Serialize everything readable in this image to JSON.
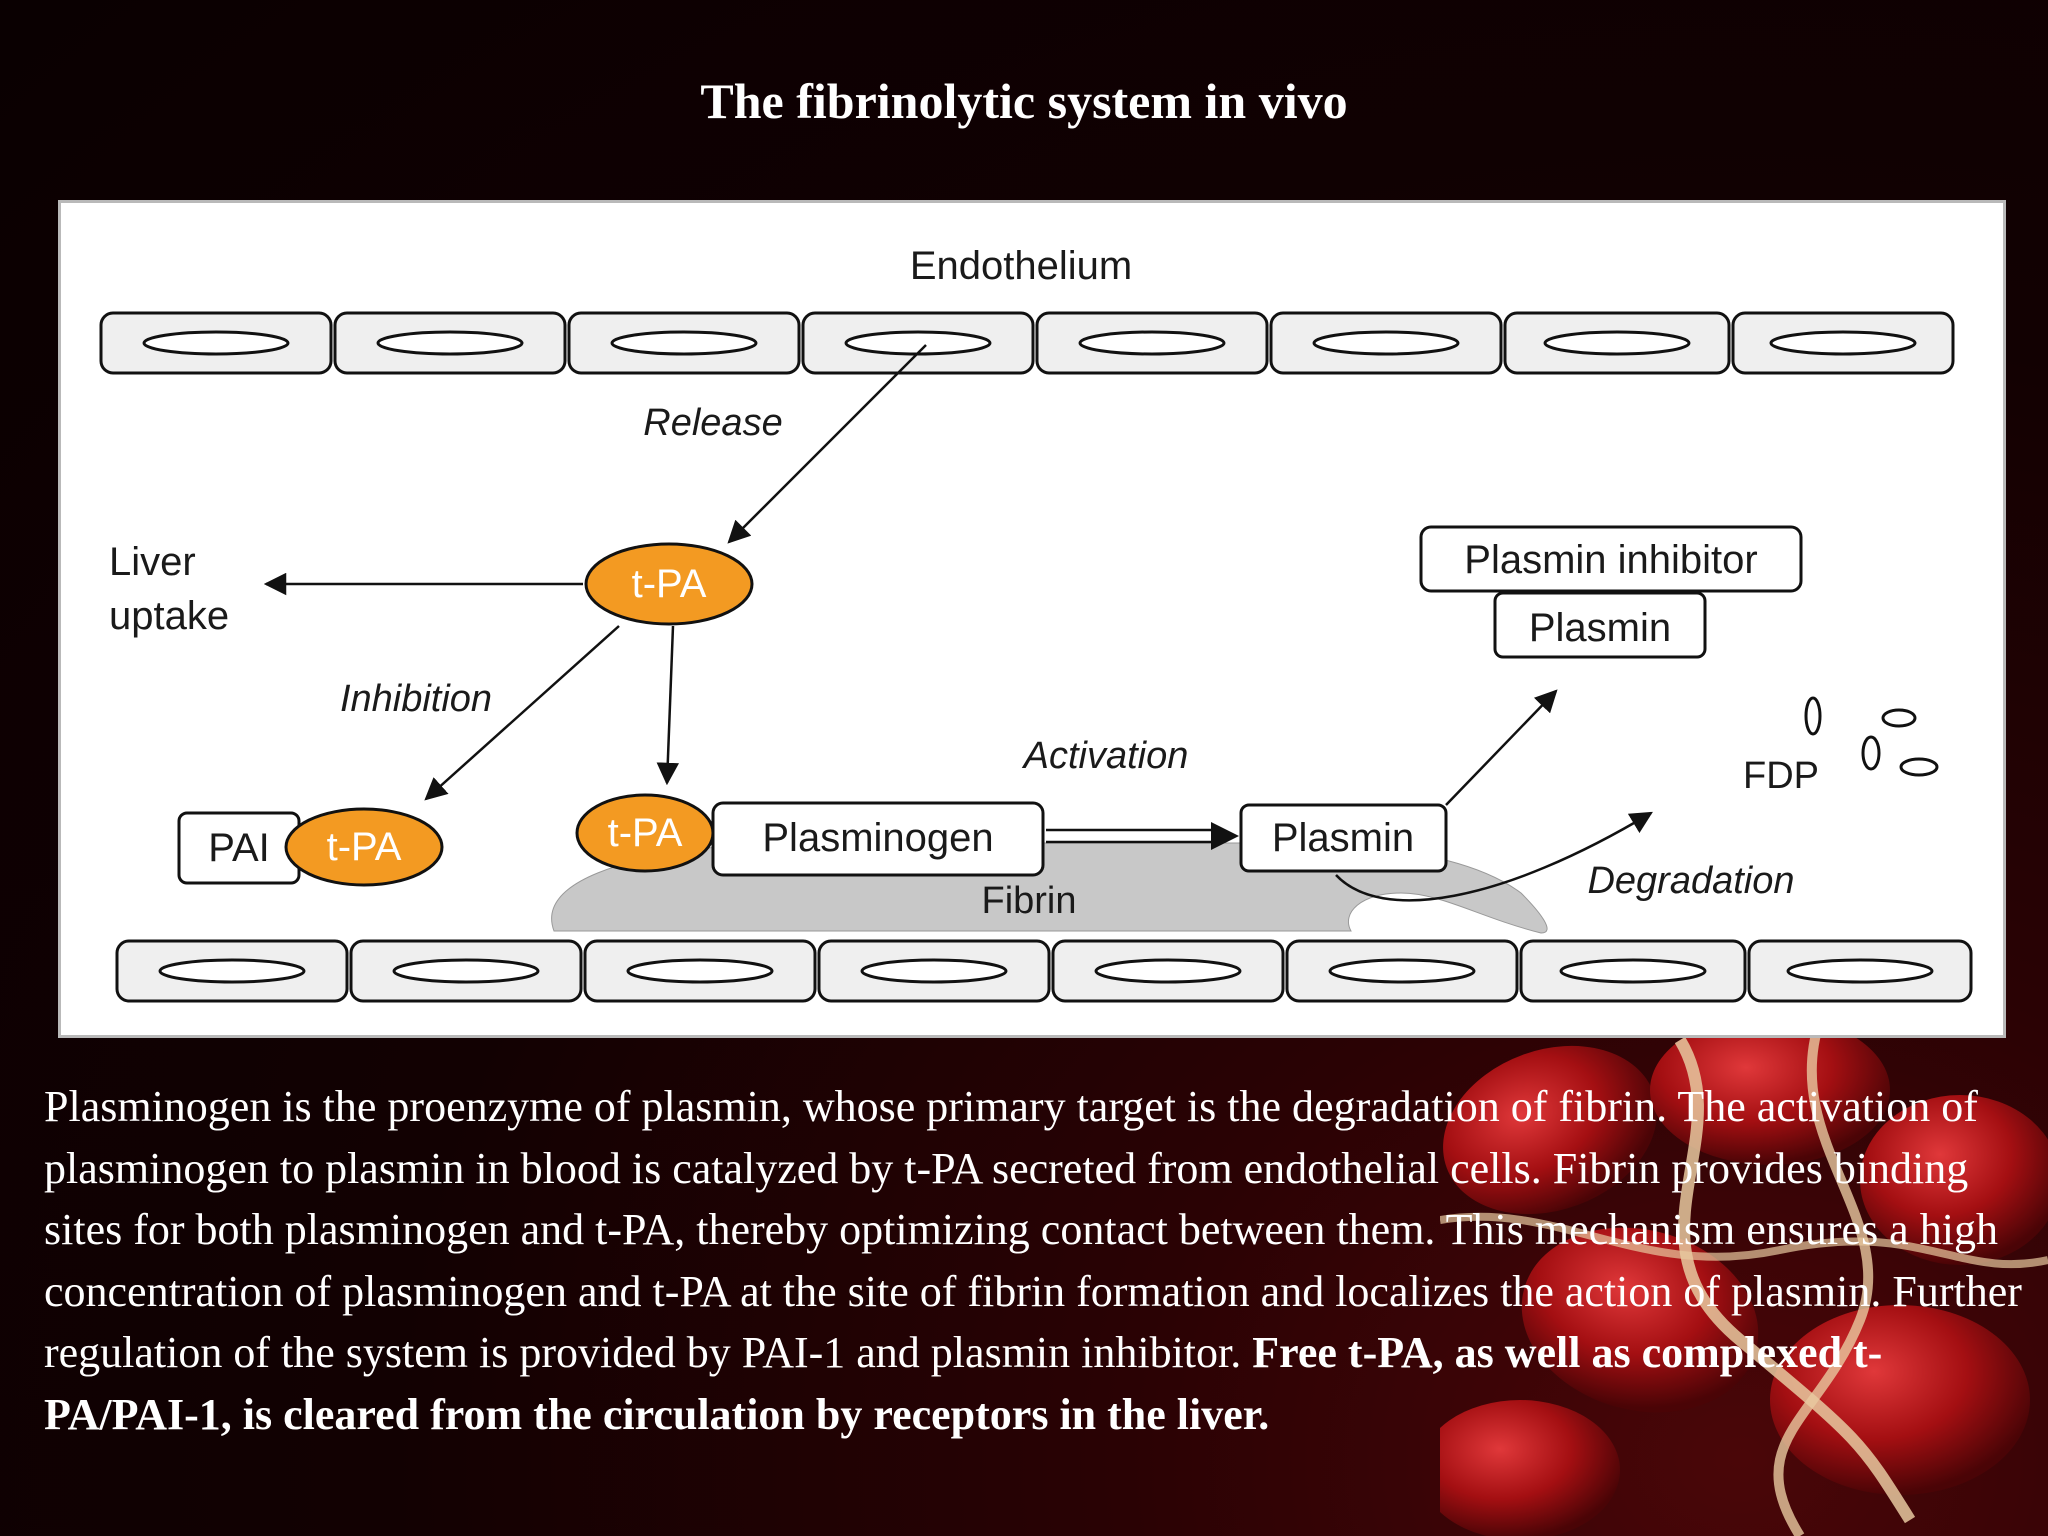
{
  "title": "The fibrinolytic system in vivo",
  "diagram": {
    "endothelium_label": "Endothelium",
    "release_label": "Release",
    "tpa_label": "t-PA",
    "liver_uptake_line1": "Liver",
    "liver_uptake_line2": "uptake",
    "inhibition_label": "Inhibition",
    "pai_label": "PAI",
    "tpa_complex_label": "t-PA",
    "tpa_bound_label": "t-PA",
    "plasminogen_label": "Plasminogen",
    "activation_label": "Activation",
    "plasmin_label": "Plasmin",
    "plasmin_inhibitor_label": "Plasmin inhibitor",
    "plasmin_complex_label": "Plasmin",
    "fdp_label": "FDP",
    "degradation_label": "Degradation",
    "fibrin_label": "Fibrin",
    "colors": {
      "tpa_fill": "#f39a22",
      "cell_fill": "#efefef",
      "fibrin_fill": "#c8c8c8"
    }
  },
  "paragraph": {
    "normal": " Plasminogen is the proenzyme of plasmin, whose primary target is the degradation of fibrin. The activation of plasminogen to plasmin in blood is catalyzed by t-PA secreted from endothelial cells. Fibrin provides binding sites for both plasminogen and t-PA, thereby optimizing contact between them. This mechanism ensures a high concentration of plasminogen and t-PA at the site of fibrin formation and localizes the action of plasmin. Further regulation of the system is provided by PAI-1 and plasmin inhibitor. ",
    "bold": "Free t-PA, as well as complexed t-PA/PAI-1, is cleared from the circulation by receptors in the liver."
  }
}
